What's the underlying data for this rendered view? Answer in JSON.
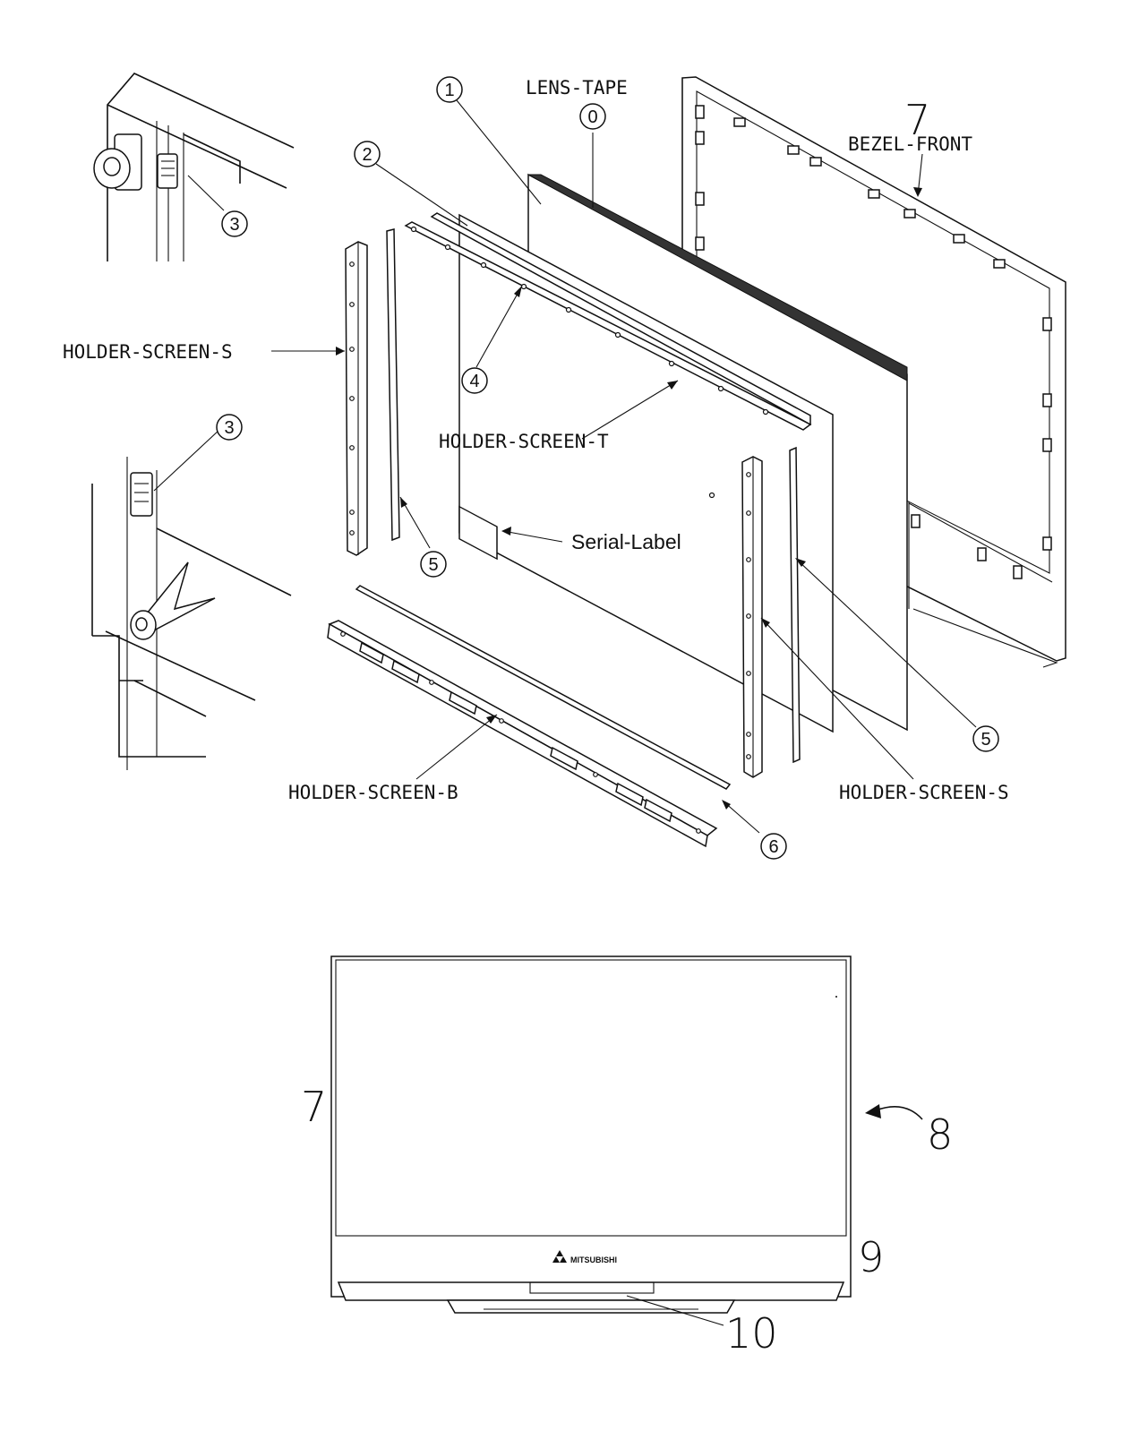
{
  "labels": {
    "lens_tape": "LENS-TAPE",
    "bezel_front": "BEZEL-FRONT",
    "holder_screen_s_left": "HOLDER-SCREEN-S",
    "holder_screen_s_right": "HOLDER-SCREEN-S",
    "holder_screen_t": "HOLDER-SCREEN-T",
    "holder_screen_b": "HOLDER-SCREEN-B",
    "serial_label": "Serial-Label",
    "brand_logo": "MITSUBISHI"
  },
  "callouts": {
    "c0": "0",
    "c1": "1",
    "c2": "2",
    "c3_top": "3",
    "c3_bottom": "3",
    "c4": "4",
    "c5_left": "5",
    "c5_right": "5",
    "c6": "6"
  },
  "handwritten": {
    "n7_top": "7",
    "n7_side": "7",
    "n8": "8",
    "n9": "9",
    "n10": "10"
  }
}
